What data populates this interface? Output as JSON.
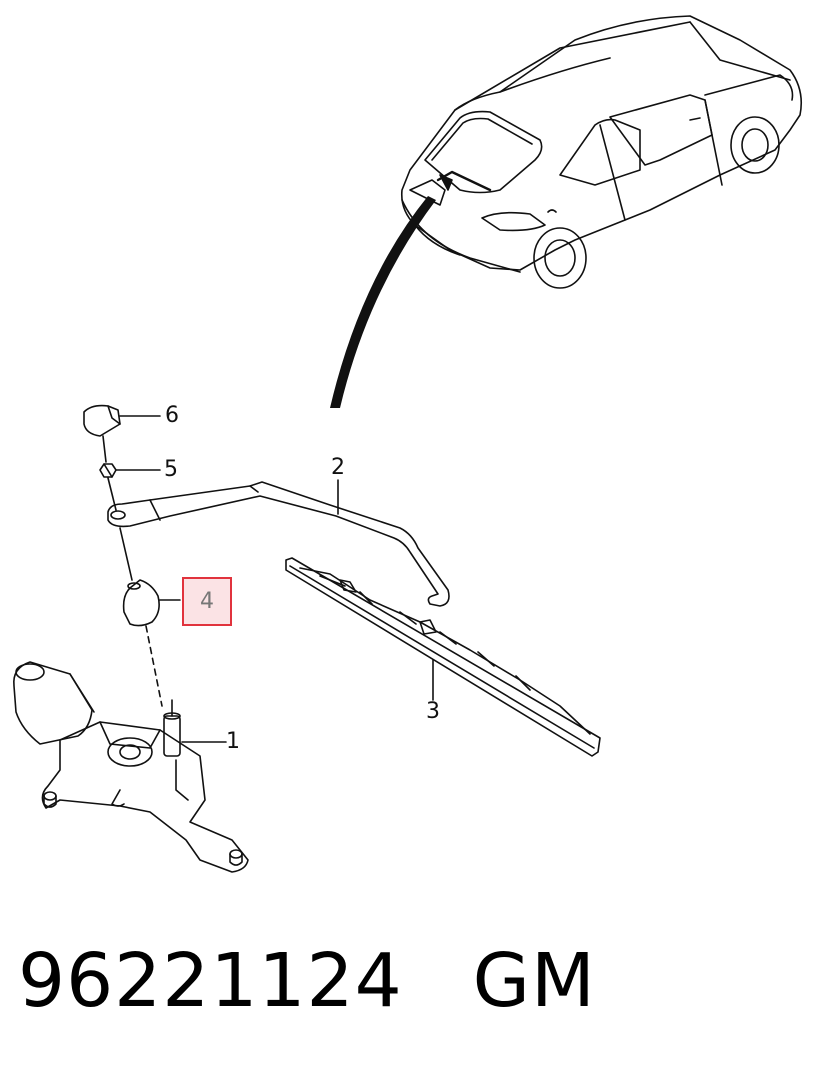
{
  "callouts": {
    "c1": "1",
    "c2": "2",
    "c3": "3",
    "c4": "4",
    "c5": "5",
    "c6": "6"
  },
  "highlight": {
    "color": "#e1333d",
    "fill": "#fbe3e5"
  },
  "footer": {
    "part_number": "96221124",
    "brand": "GM"
  }
}
